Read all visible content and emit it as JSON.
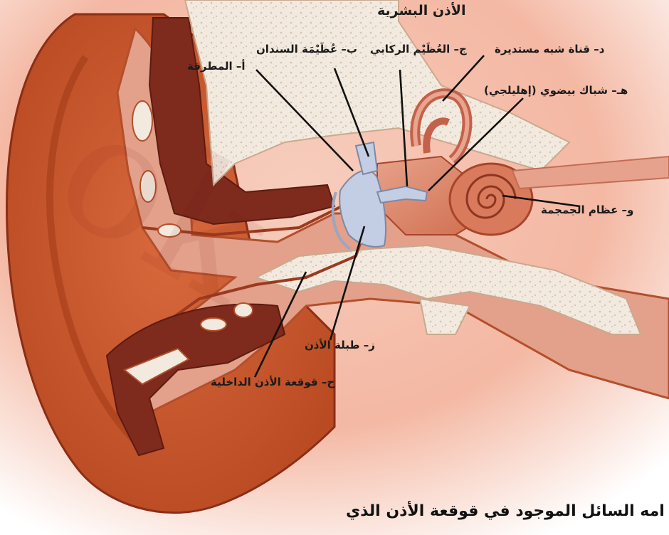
{
  "diagram": {
    "title": "الأذن البشرية",
    "labels": {
      "a": "أ– المطرقة",
      "b": "ب– عُظَيْمَة السندان",
      "c": "ج– العُظَيْم الركابي",
      "d": "د– قناة شبه مستديرة",
      "e": "هـ– شباك بيضوي (إهليلجي)",
      "f": "و– عظام الجمجمة",
      "g": "ز– طبلة الأذن",
      "h": "ح– قوقعة الأذن الداخلية"
    }
  },
  "caption": "امه السائل الموجود في قوقعة الأذن الذي",
  "colors": {
    "background": "#ffffff",
    "tissue": "#e89a7c",
    "cartilage": "#c95a2e",
    "bone": "#f3eadf",
    "dark": "#7e2a1c",
    "ossicles": "#c3cde3",
    "text": "#1b1b1b"
  }
}
